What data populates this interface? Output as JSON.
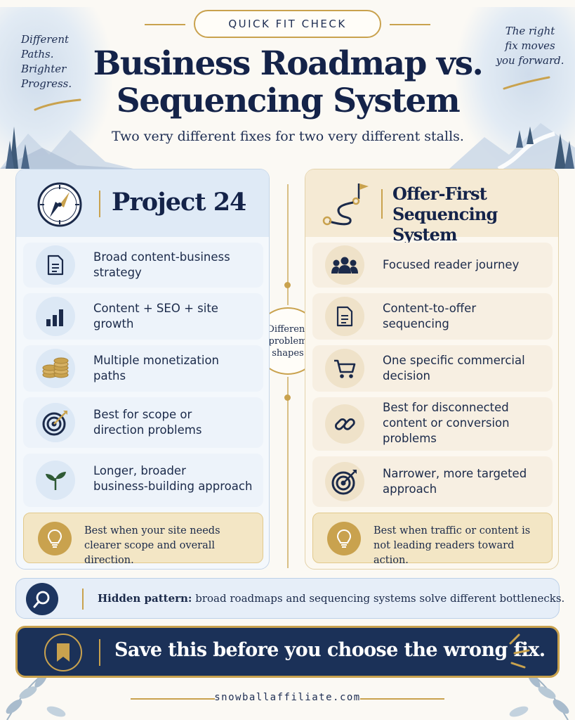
{
  "badge": "QUICK FIT CHECK",
  "corner_left": [
    "Different",
    "Paths.",
    "Brighter",
    "Progress."
  ],
  "corner_right": [
    "The right",
    "fix moves",
    "you forward."
  ],
  "title_line1": "Business Roadmap vs.",
  "title_line2": "Sequencing System",
  "subtitle": "Two very different fixes for two very different stalls.",
  "left": {
    "title": "Project 24",
    "rows": [
      {
        "icon": "document-icon",
        "line1": "Broad content-business",
        "line2": "strategy"
      },
      {
        "icon": "bar-chart-icon",
        "line1": "Content + SEO + site",
        "line2": "growth"
      },
      {
        "icon": "coins-icon",
        "line1": "Multiple monetization",
        "line2": "paths"
      },
      {
        "icon": "target-icon",
        "line1": "Best for scope or",
        "line2": "direction problems"
      },
      {
        "icon": "sprout-icon",
        "line1": "Longer, broader",
        "line2": "business-building approach"
      }
    ],
    "best_line1": "Best when your site needs",
    "best_line2": "clearer scope and overall direction."
  },
  "right": {
    "title_line1": "Offer-First",
    "title_line2": "Sequencing System",
    "rows": [
      {
        "icon": "people-icon",
        "line1": "Focused reader journey",
        "line2": ""
      },
      {
        "icon": "document-icon",
        "line1": "Content-to-offer",
        "line2": "sequencing"
      },
      {
        "icon": "cart-icon",
        "line1": "One specific commercial",
        "line2": "decision"
      },
      {
        "icon": "link-icon",
        "line1": "Best for disconnected",
        "line2": "content or conversion",
        "line3": "problems"
      },
      {
        "icon": "target-icon",
        "line1": "Narrower, more targeted",
        "line2": "approach"
      }
    ],
    "best_line1": "Best when traffic or content is",
    "best_line2": "not leading readers toward action."
  },
  "center_label": [
    "Different",
    "problem",
    "shapes"
  ],
  "hidden": {
    "bold": "Hidden pattern:",
    "text": " broad roadmaps and sequencing systems solve different bottlenecks."
  },
  "save": "Save this before you choose the wrong fix.",
  "footer": "snowballaffiliate.com",
  "colors": {
    "navy": "#1b3158",
    "gold": "#c9a24e",
    "blue_panel": "#f4f8fc",
    "cream_panel": "#fcf8f0"
  }
}
